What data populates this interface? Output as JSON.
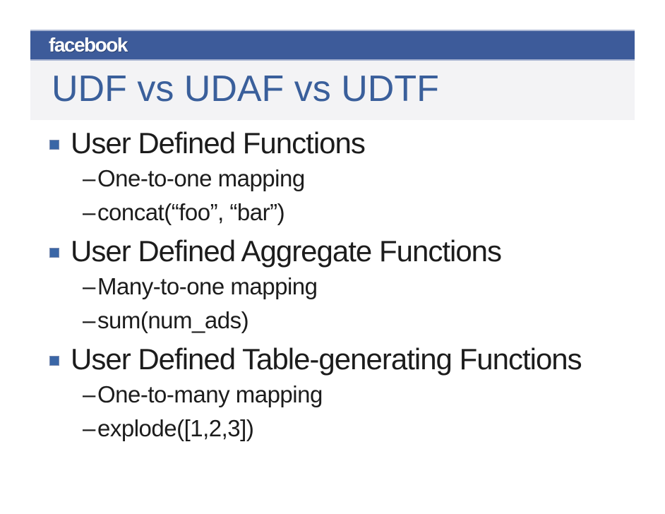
{
  "slide": {
    "logo_text": "facebook",
    "title": "UDF vs UDAF vs UDTF",
    "sub_bullet_marker": "–",
    "bullets": [
      {
        "heading": "User Defined Functions",
        "subitems": [
          "One-to-one mapping",
          "concat(“foo”, “bar”)"
        ]
      },
      {
        "heading": "User Defined Aggregate Functions",
        "subitems": [
          "Many-to-one mapping",
          "sum(num_ads)"
        ]
      },
      {
        "heading": "User Defined Table-generating Functions",
        "subitems": [
          "One-to-many mapping",
          "explode([1,2,3])"
        ]
      }
    ],
    "colors": {
      "bar_blue": "#3d5b9a",
      "bar_edge": "#a9b5d2",
      "band_gray": "#f3f3f5",
      "title_blue": "#3a5f9b",
      "bullet_blue": "#3a66a6",
      "text": "#1c1c1c"
    }
  }
}
